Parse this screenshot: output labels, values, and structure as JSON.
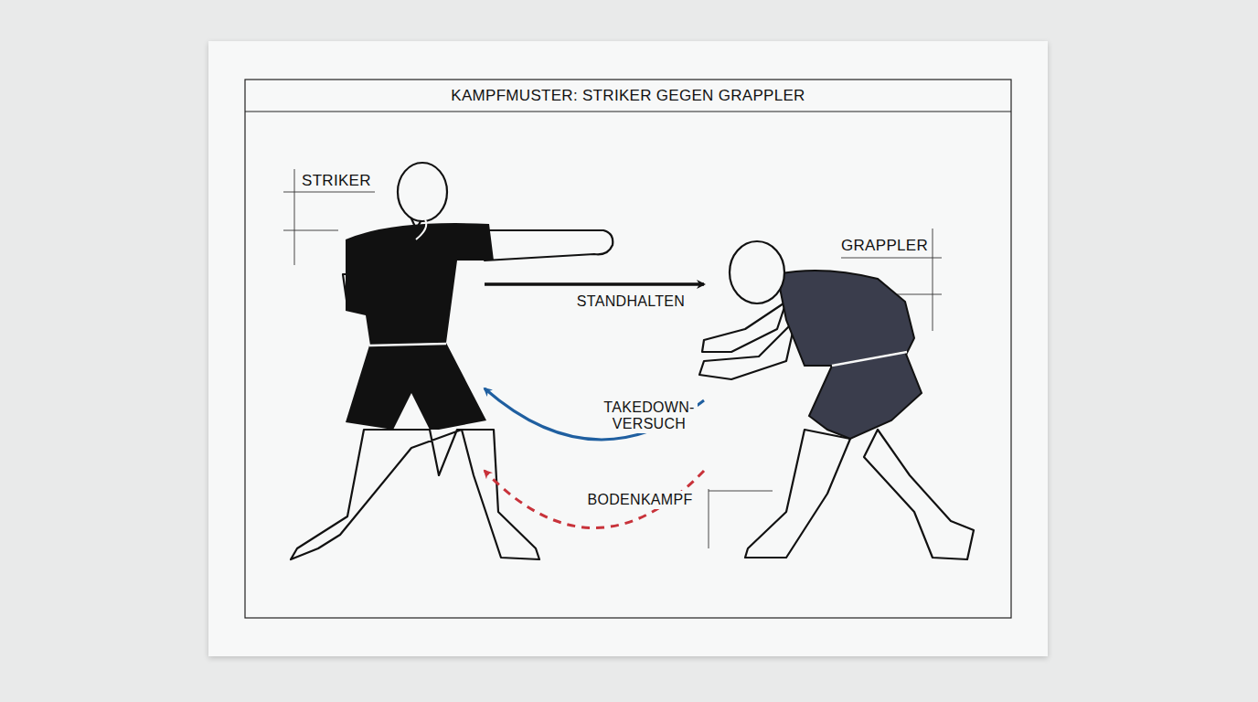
{
  "diagram": {
    "title": "KAMPFMUSTER: STRIKER GEGEN GRAPPLER",
    "nodes": [
      {
        "text": [
          "STRIKER"
        ]
      },
      {
        "text": [
          "GRAPPLER"
        ]
      }
    ],
    "edges": [
      {
        "from": 0,
        "to": 1,
        "arrow": "to",
        "label": "STANDHALTEN"
      },
      {
        "from": 1,
        "to": 0,
        "arrow": "to",
        "label": "TAKEDOWN-VERSUCH"
      },
      {
        "from": 1,
        "to": 0,
        "arrow": "to",
        "label": "BODENKAMPF"
      }
    ]
  }
}
